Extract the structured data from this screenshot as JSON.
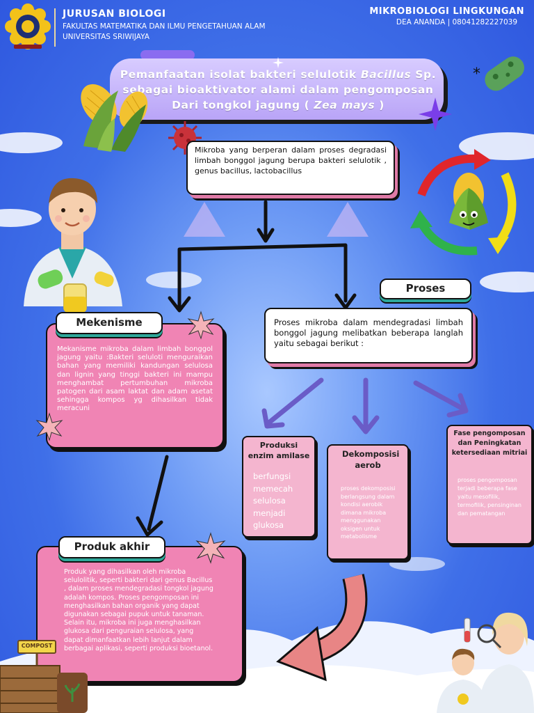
{
  "header": {
    "department": "JURUSAN BIOLOGI",
    "faculty": "FAKULTAS MATEMATIKA DAN ILMU PENGETAHUAN ALAM",
    "university": "UNIVERSITAS SRIWIJAYA",
    "course": "MIKROBIOLOGI LINGKUNGAN",
    "author": "DEA ANANDA | 08041282227039"
  },
  "title": {
    "line1_a": "Pemanfaatan isolat bakteri selulotik ",
    "line1_b": "Bacillus",
    "line1_c": " Sp.",
    "line2": "sebagai bioaktivator alami dalam pengomposan",
    "line3_a": "Dari tongkol jagung ( ",
    "line3_b": "Zea mays",
    "line3_c": " )"
  },
  "microbe_box": {
    "text": "Mikroba yang berperan dalam proses degradasi limbah bonggol jagung berupa bakteri selulotik , genus bacillus, lactobacillus"
  },
  "mekanisme": {
    "label": "Mekenisme",
    "text": "Mekanisme mikroba dalam limbah bonggol jagung yaitu :Bakteri seluloti menguraikan bahan yang memiliki kandungan selulosa dan lignin yang tinggi bakteri ini mampu menghambat pertumbuhan mikroba patogen dari asam laktat dan adam asetat sehingga kompos yg dihasilkan tidak meracuni"
  },
  "proses": {
    "label": "Proses",
    "text": "Proses mikroba dalam mendegradasi limbah bonggol jagung melibatkan beberapa langlah yaitu sebagai berikut :"
  },
  "steps": [
    {
      "title": "Produksi enzim amilase",
      "body": [
        "berfungsi",
        "memecah",
        "selulosa",
        "menjadi",
        "glukosa"
      ]
    },
    {
      "title": "Dekomposisi aerob",
      "body": [
        "proses dekomposisi",
        "berlangsung dalam",
        "kondisi aerobik",
        "dimana mikroba",
        "menggunakan",
        "oksigen untuk",
        "metabolisme"
      ]
    },
    {
      "title": "Fase pengomposan dan Peningkatan ketersediaan mitriai",
      "body": [
        "proses pengomposan",
        "terjadi beberapa fase",
        "yaitu mesofilik,",
        "termofilik, pensinginan",
        "dan pematangan"
      ]
    }
  ],
  "produk": {
    "label": "Produk akhir",
    "text": "Produk yang dihasilkan oleh mikroba selulolitik, seperti bakteri dari genus Bacillus , dalam proses mendegradasi tongkol jagung adalah kompos. Proses pengomposan ini menghasilkan bahan organik yang dapat digunakan sebagai pupuk untuk tanaman. Selain itu, mikroba ini juga menghasilkan glukosa dari penguraian selulosa, yang dapat dimanfaatkan lebih lanjut dalam berbagai aplikasi, seperti produksi bioetanol."
  },
  "compost_sign": "COMPOST",
  "colors": {
    "pink": "#f084b4",
    "light_pink": "#f4b5cf",
    "lavender": "#b9a4f7",
    "teal": "#2ea89a",
    "arrow_purple": "#6a5cc7"
  }
}
